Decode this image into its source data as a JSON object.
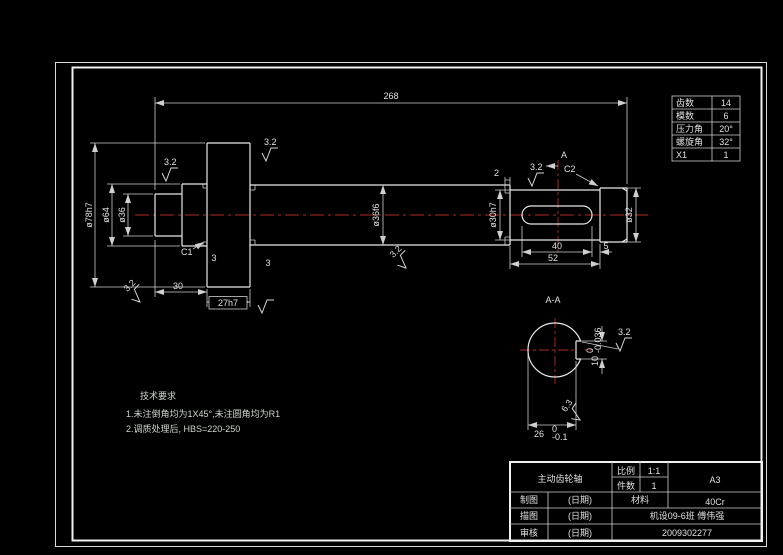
{
  "drawing": {
    "dims": {
      "overall_length": "268",
      "flange_dia": "ø78h7",
      "step_dia": "ø64",
      "left_end_dia": "ø36",
      "shaft_dia": "ø36f6",
      "keyseat_dia": "ø30h7",
      "end_dia": "ø32",
      "left_len": "30",
      "flange_width": "27h7",
      "keyway_len": "40",
      "keyseat_len": "52",
      "end_gap": "5",
      "groove_a": "3",
      "groove_b": "3",
      "relief_groove": "2",
      "chamfer_c1": "C1",
      "chamfer_c2": "C2",
      "cut_label": "A",
      "section_title": "A-A",
      "key_width": "10",
      "key_width_tol_upper": "0",
      "key_width_tol_lower": "-0.036",
      "key_depth": "26",
      "key_depth_tol_upper": "0",
      "key_depth_tol_lower": "-0.1",
      "roughness_32": "3.2",
      "roughness_63": "6.3"
    },
    "tech_requirements": {
      "title": "技术要求",
      "line1": "1.未注倒角均为1X45°,未注圆角均为R1",
      "line2": "2.调质处理后, HBS=220-250"
    }
  },
  "gear_table": {
    "rows": [
      {
        "label": "齿数",
        "value": "14"
      },
      {
        "label": "模数",
        "value": "6"
      },
      {
        "label": "压力角",
        "value": "20°"
      },
      {
        "label": "螺旋角",
        "value": "32°"
      },
      {
        "label": "X1",
        "value": "1"
      }
    ]
  },
  "title_block": {
    "part_name": "主动齿轮轴",
    "scale_label": "比例",
    "scale_value": "1:1",
    "qty_label": "件数",
    "qty_value": "1",
    "sheet_size": "A3",
    "material_label": "材料",
    "material_value": "40Cr",
    "drafter_label": "制图",
    "tracer_label": "描图",
    "checker_label": "审核",
    "date1": "(日期)",
    "date2": "(日期)",
    "date3": "(日期)",
    "class_and_author": "机设09-6班 傅伟强",
    "student_id": "2009302277"
  }
}
